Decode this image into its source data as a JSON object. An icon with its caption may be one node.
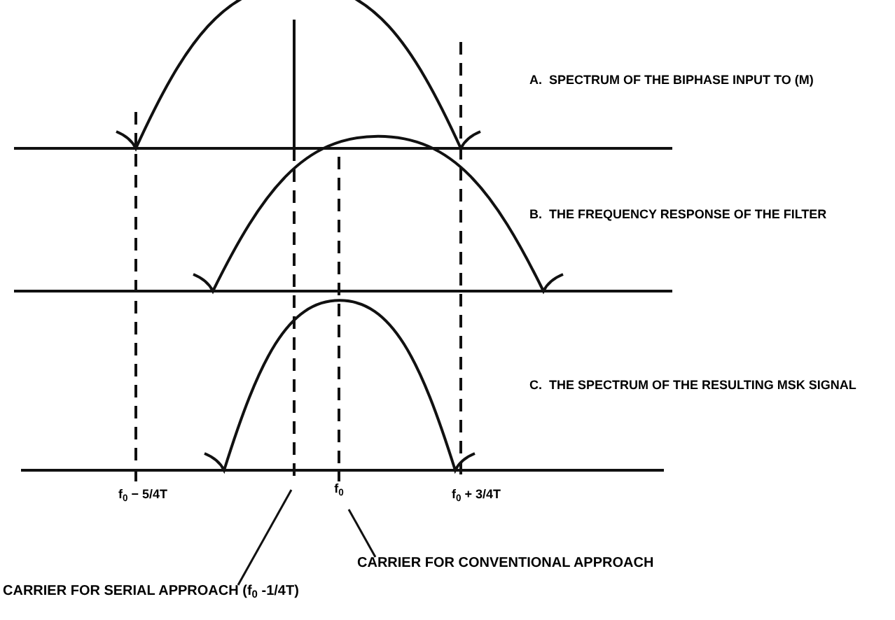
{
  "diagram": {
    "nodes": [
      {
        "text": [
          "CARRIER FOR SERIAL APPROACH (f$_{0}$ -1/4T)"
        ]
      },
      {
        "text": [
          "CARRIER FOR CONVENTIONAL APPROACH"
        ]
      }
    ],
    "edges": [
      {
        "from": 0,
        "to": null,
        "arrow": "none"
      },
      {
        "from": 1,
        "to": null,
        "arrow": "none"
      }
    ],
    "labels": [
      "A.  SPECTRUM OF THE BIPHASE INPUT TO (M)",
      "B.  THE FREQUENCY RESPONSE OF THE FILTER",
      "C.  THE SPECTRUM OF THE RESULTING MSK SIGNAL",
      "f$_{0}$ − 5/4T",
      "f$_{0}$",
      "f$_{0}$ + 3/4T"
    ]
  }
}
